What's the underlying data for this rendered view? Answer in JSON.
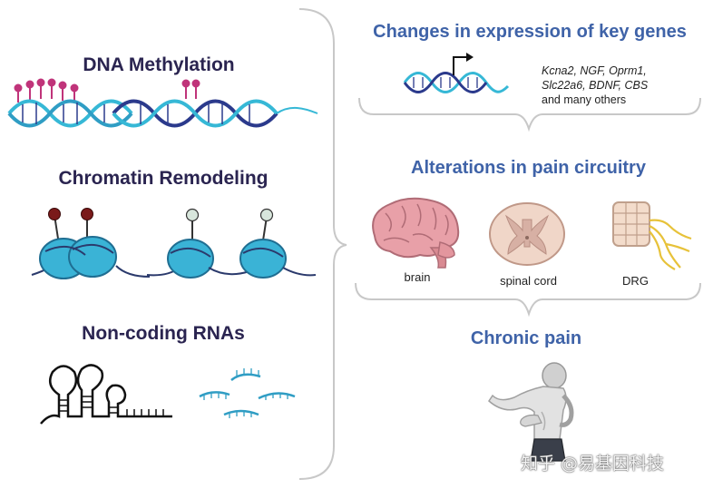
{
  "left_panel": {
    "dna_methylation": {
      "title": "DNA Methylation"
    },
    "chromatin_remodeling": {
      "title": "Chromatin Remodeling"
    },
    "noncoding_rnas": {
      "title": "Non-coding RNAs"
    }
  },
  "right_panel": {
    "gene_expression": {
      "title": "Changes in expression of key genes",
      "genes_line1": "Kcna2, NGF, Oprm1,",
      "genes_line2": "Slc22a6, BDNF, CBS",
      "genes_line3": "and many others"
    },
    "pain_circuitry": {
      "title": "Alterations in pain circuitry",
      "tissues": [
        {
          "label": "brain"
        },
        {
          "label": "spinal cord"
        },
        {
          "label": "DRG"
        }
      ]
    },
    "chronic_pain": {
      "title": "Chronic pain"
    }
  },
  "watermark": "知乎 @易基因科技",
  "colors": {
    "dna_light": "#36b8d6",
    "dna_dark": "#2b3a8c",
    "methyl": "#c0347a",
    "nucleosome": "#3ab3d6",
    "marker_dark": "#7a1a1a",
    "marker_light": "#d8e6dc",
    "heading_dark": "#2a2450",
    "heading_blue": "#3f63a8"
  }
}
